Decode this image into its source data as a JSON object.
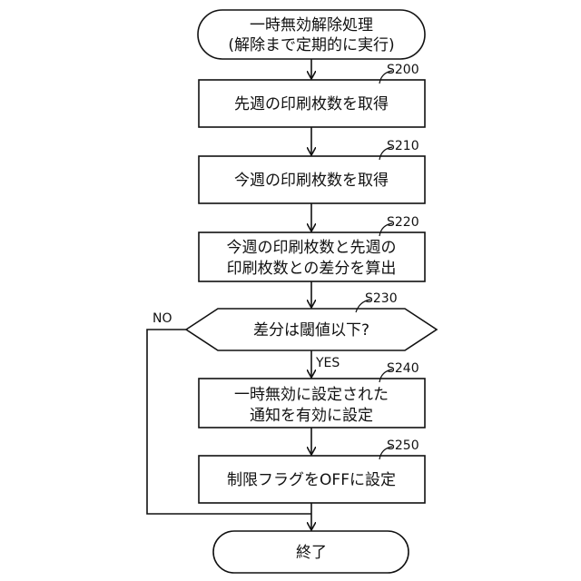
{
  "nodes": {
    "start": {
      "line1": "一時無効解除処理",
      "line2": "(解除まで定期的に実行)"
    },
    "s200": {
      "step": "S200",
      "line1": "先週の印刷枚数を取得"
    },
    "s210": {
      "step": "S210",
      "line1": "今週の印刷枚数を取得"
    },
    "s220": {
      "step": "S220",
      "line1": "今週の印刷枚数と先週の",
      "line2": "印刷枚数との差分を算出"
    },
    "s230": {
      "step": "S230",
      "line1": "差分は閾値以下?"
    },
    "s240": {
      "step": "S240",
      "line1": "一時無効に設定された",
      "line2": "通知を有効に設定"
    },
    "s250": {
      "step": "S250",
      "line1": "制限フラグをOFFに設定"
    },
    "end": {
      "line1": "終了"
    }
  },
  "edges": {
    "no_label": "NO",
    "yes_label": "YES"
  }
}
